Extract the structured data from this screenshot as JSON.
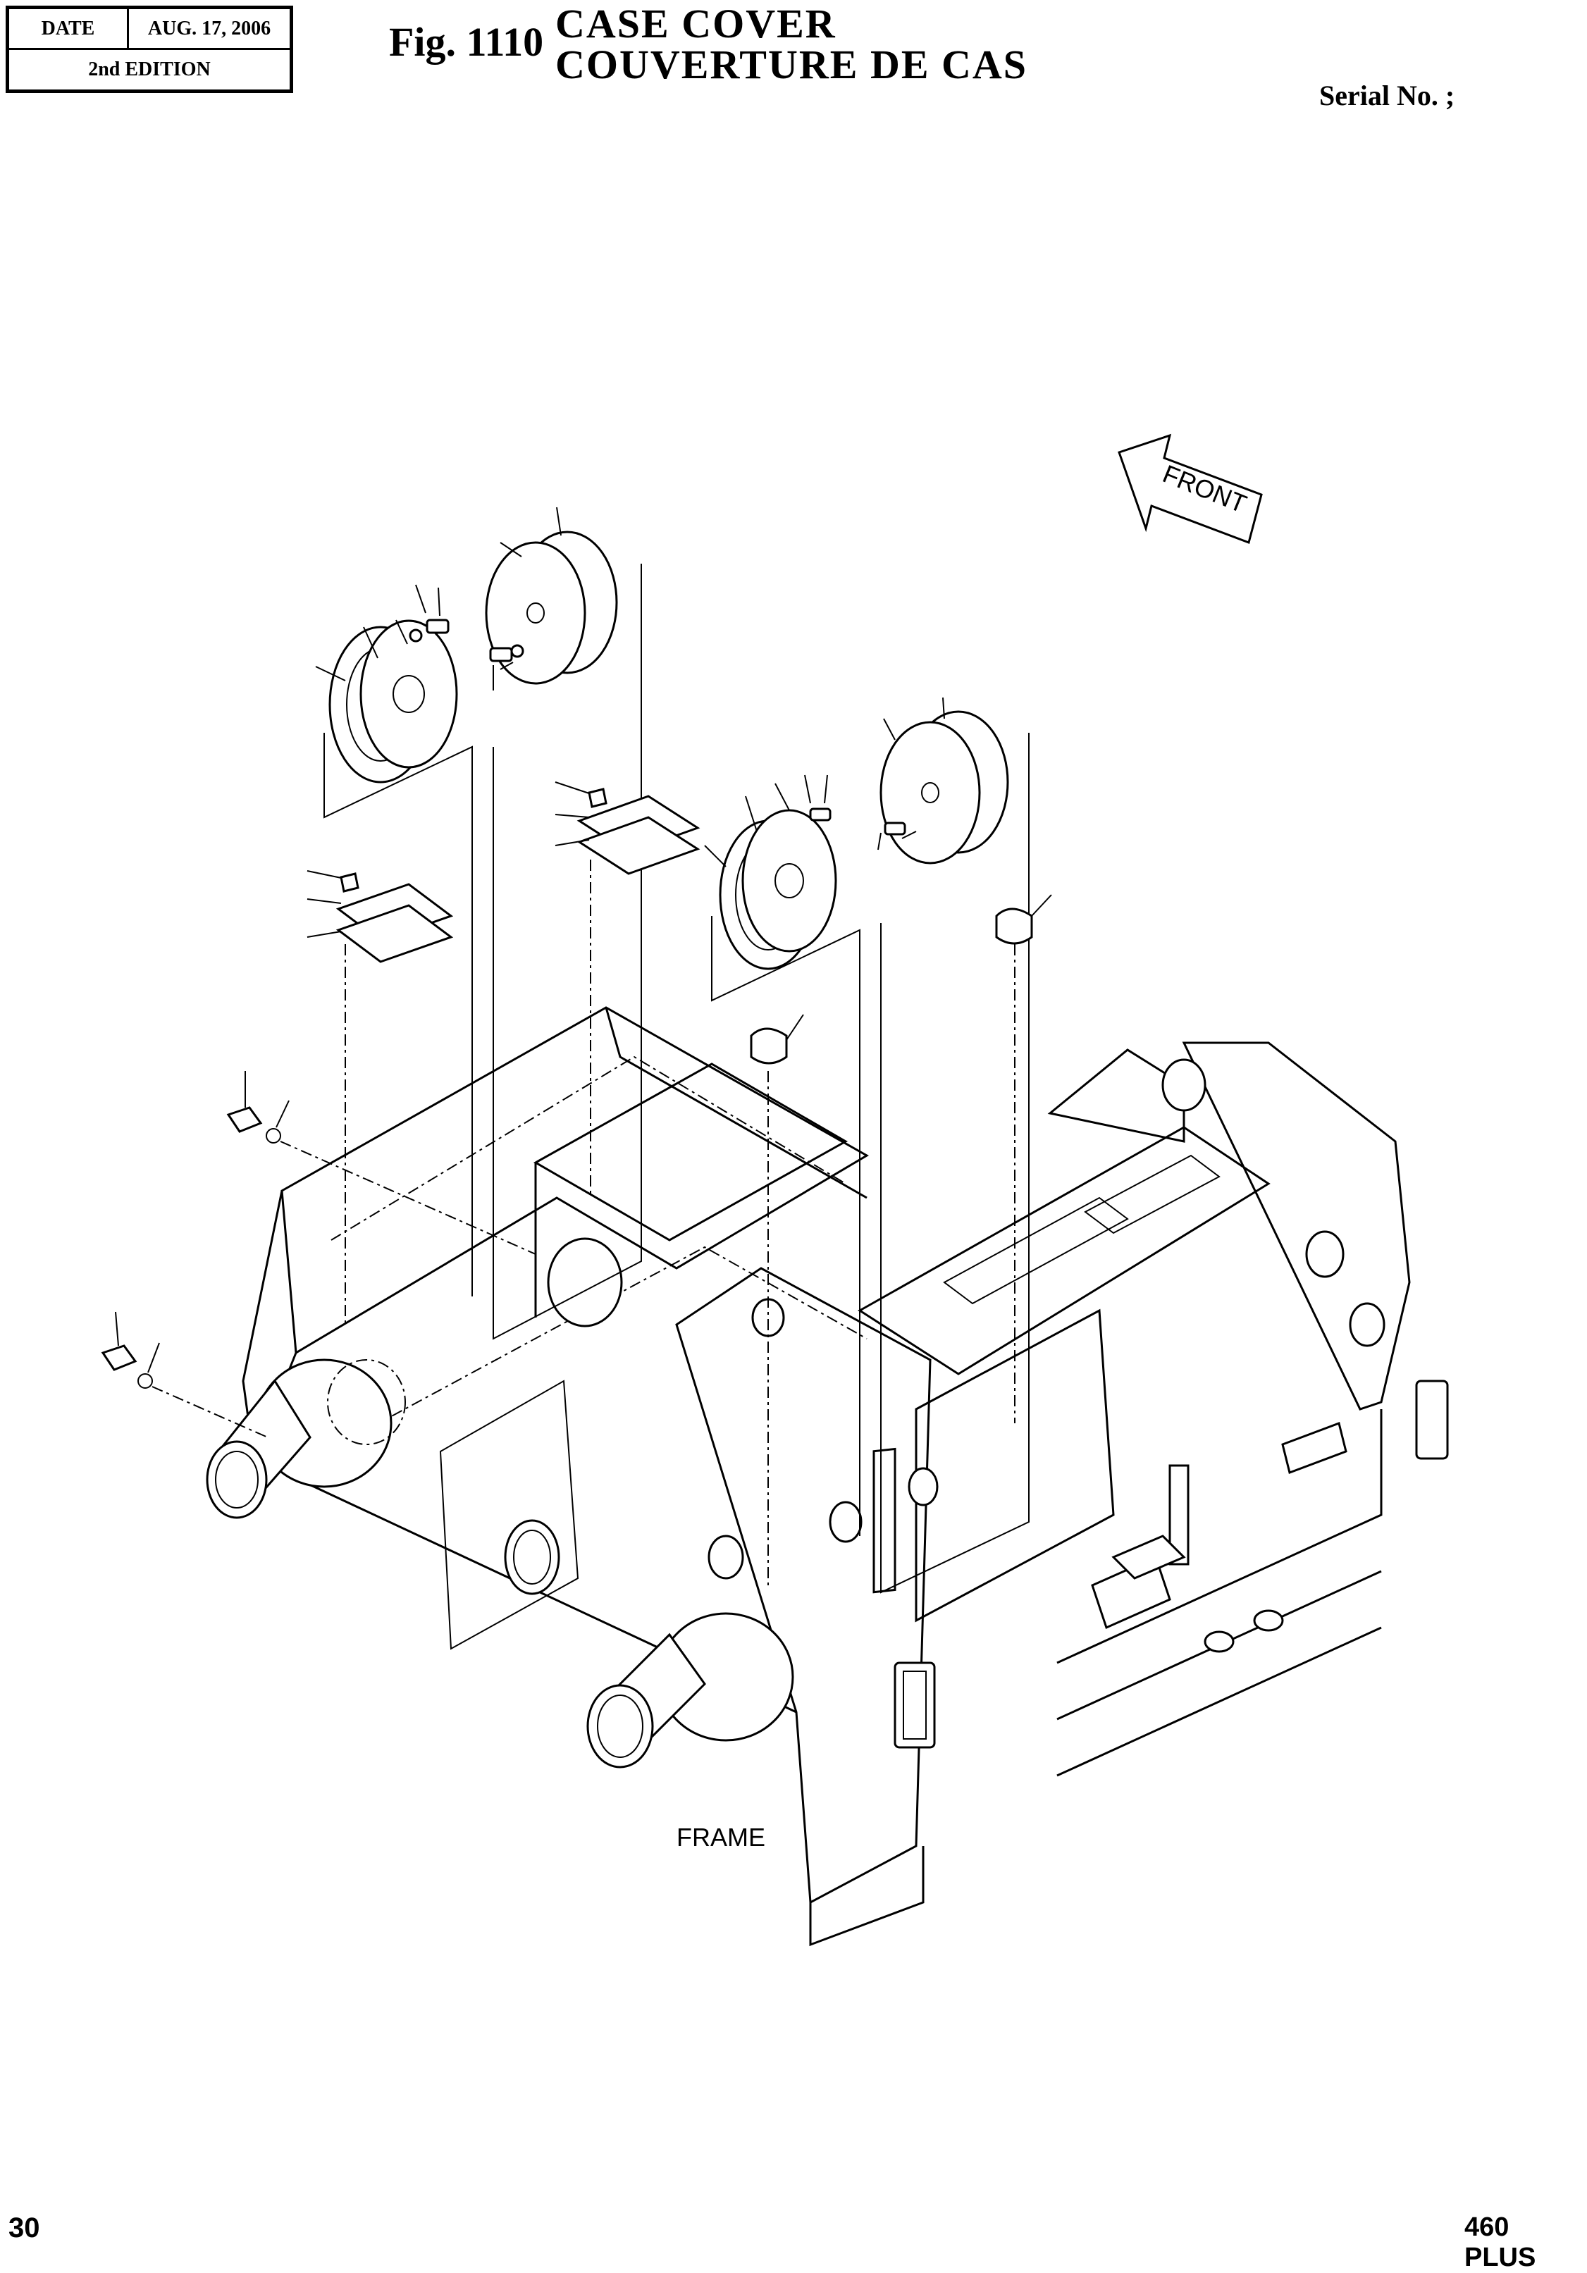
{
  "header": {
    "date_label": "DATE",
    "date_value": "AUG. 17, 2006",
    "edition": "2nd EDITION",
    "figure_number": "Fig. 1110",
    "title_en": "CASE  COVER",
    "title_fr": "COUVERTURE  DE  CAS",
    "serial_label": "Serial No. ;"
  },
  "drawing": {
    "front_arrow_label": "FRONT",
    "frame_label": "FRAME"
  },
  "footer": {
    "page_number": "30",
    "model": "460 PLUS"
  }
}
